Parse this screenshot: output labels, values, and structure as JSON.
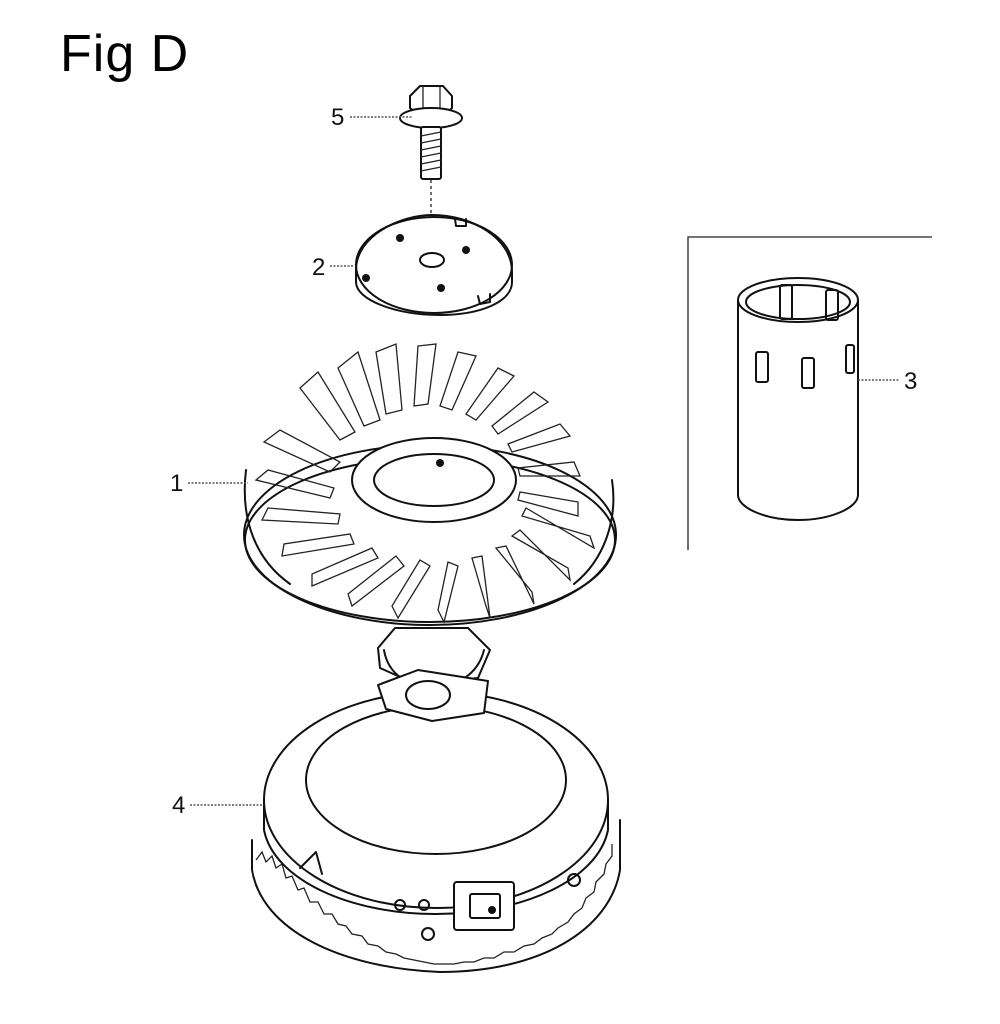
{
  "figure": {
    "title": "Fig D",
    "callouts": [
      {
        "id": "1",
        "label": "1",
        "part": "fan"
      },
      {
        "id": "2",
        "label": "2",
        "part": "plate"
      },
      {
        "id": "3",
        "label": "3",
        "part": "cup"
      },
      {
        "id": "4",
        "label": "4",
        "part": "flywheel"
      },
      {
        "id": "5",
        "label": "5",
        "part": "bolt"
      }
    ]
  }
}
